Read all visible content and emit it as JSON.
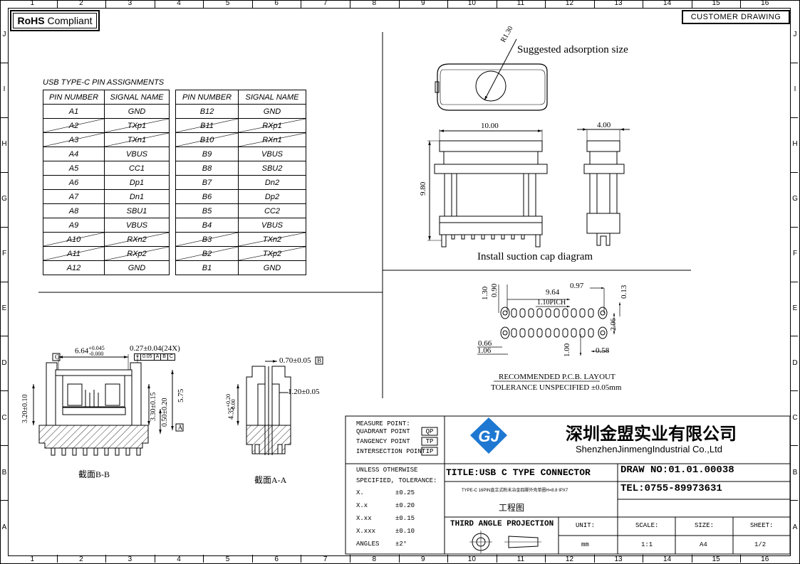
{
  "header": {
    "rohs_bold": "RoHS",
    "rohs_rest": "Compliant",
    "customer_drawing": "CUSTOMER DRAWING"
  },
  "zones": {
    "columns": [
      "1",
      "2",
      "3",
      "4",
      "5",
      "6",
      "7",
      "8",
      "9",
      "10",
      "11",
      "12",
      "13",
      "14",
      "15",
      "16"
    ],
    "rows": [
      "J",
      "I",
      "H",
      "G",
      "F",
      "E",
      "D",
      "C",
      "B",
      "A"
    ]
  },
  "pin_table": {
    "title": "USB TYPE-C PIN ASSIGNMENTS",
    "headers": [
      "PIN NUMBER",
      "SIGNAL NAME",
      "PIN NUMBER",
      "SIGNAL NAME"
    ],
    "left": [
      {
        "pin": "A1",
        "signal": "GND",
        "struck": false
      },
      {
        "pin": "A2",
        "signal": "TXp1",
        "struck": true
      },
      {
        "pin": "A3",
        "signal": "TXn1",
        "struck": true
      },
      {
        "pin": "A4",
        "signal": "VBUS",
        "struck": false
      },
      {
        "pin": "A5",
        "signal": "CC1",
        "struck": false
      },
      {
        "pin": "A6",
        "signal": "Dp1",
        "struck": false
      },
      {
        "pin": "A7",
        "signal": "Dn1",
        "struck": false
      },
      {
        "pin": "A8",
        "signal": "SBU1",
        "struck": false
      },
      {
        "pin": "A9",
        "signal": "VBUS",
        "struck": false
      },
      {
        "pin": "A10",
        "signal": "RXn2",
        "struck": true
      },
      {
        "pin": "A11",
        "signal": "RXp2",
        "struck": true
      },
      {
        "pin": "A12",
        "signal": "GND",
        "struck": false
      }
    ],
    "right": [
      {
        "pin": "B12",
        "signal": "GND",
        "struck": false
      },
      {
        "pin": "B11",
        "signal": "RXp1",
        "struck": true
      },
      {
        "pin": "B10",
        "signal": "RXn1",
        "struck": true
      },
      {
        "pin": "B9",
        "signal": "VBUS",
        "struck": false
      },
      {
        "pin": "B8",
        "signal": "SBU2",
        "struck": false
      },
      {
        "pin": "B7",
        "signal": "Dn2",
        "struck": false
      },
      {
        "pin": "B6",
        "signal": "Dp2",
        "struck": false
      },
      {
        "pin": "B5",
        "signal": "CC2",
        "struck": false
      },
      {
        "pin": "B4",
        "signal": "VBUS",
        "struck": false
      },
      {
        "pin": "B3",
        "signal": "TXn2",
        "struck": true
      },
      {
        "pin": "B2",
        "signal": "TXp2",
        "struck": true
      },
      {
        "pin": "B1",
        "signal": "GND",
        "struck": false
      }
    ]
  },
  "top_view": {
    "radius": "R1.30",
    "caption": "Suggested adsorption size"
  },
  "front_view": {
    "width": "10.00",
    "height": "9.80",
    "caption": "Install suction cap diagram"
  },
  "side_view": {
    "width": "4.00"
  },
  "pcb_layout": {
    "dims": {
      "d130": "1.30",
      "d090": "0.90",
      "d964": "9.64",
      "d097": "0.97",
      "d013": "0.13",
      "pitch": "1.10PICH",
      "d206": "2.06",
      "d066": "0.66",
      "d106": "1.06",
      "d100": "1.00",
      "d058": "0.58"
    },
    "caption1": "RECOMMENDED  P.C.B. LAYOUT",
    "caption2": "TOLERANCE UNSPECIFIED ±0.05mm"
  },
  "section_b": {
    "dim_top": "6.64",
    "dim_top_tol_plus": "+0.045",
    "dim_top_tol_minus": "-0.000",
    "dim_pin": "0.27±0.04(24X)",
    "datum_c": "C",
    "fcf": [
      "⌖",
      "0.05",
      "A",
      "B",
      "C"
    ],
    "dim_320": "3.20±0.10",
    "dim_330": "3.30±0.15",
    "dim_050": "0.50±0.20",
    "dim_575": "5.75",
    "datum_a": "A",
    "label": "截面B-B"
  },
  "section_a": {
    "dim_070": "0.70±0.05",
    "datum_b": "B",
    "dim_435": "4.35",
    "dim_435_tol_plus": "+0.20",
    "dim_435_tol_minus": "-0.00",
    "dim_120": "1.20±0.05",
    "label": "截面A-A"
  },
  "title_block": {
    "measure_title": "MEASURE POINT:",
    "measure_rows": [
      {
        "label": "QUADRANT POINT",
        "code": "QP"
      },
      {
        "label": "TANGENCY POINT",
        "code": "TP"
      },
      {
        "label": "INTERSECTION POINT",
        "code": "IP"
      }
    ],
    "company_cn": "深圳金盟实业有限公司",
    "company_en": "ShenzhenJinmengIndustrial Co.,Ltd",
    "tolerance_title1": "UNLESS OTHERWISE",
    "tolerance_title2": "SPECIFIED, TOLERANCE:",
    "tolerances": [
      {
        "label": "X.",
        "value": "±0.25"
      },
      {
        "label": "X.x",
        "value": "±0.20"
      },
      {
        "label": "X.xx",
        "value": "±0.15"
      },
      {
        "label": "X.xxx",
        "value": "±0.10"
      },
      {
        "label": "ANGLES",
        "value": "±2°"
      }
    ],
    "title": "TITLE:USB C TYPE CONNECTOR",
    "subtitle": "TYPE-C 16PIN直立式粉末冶金四脚外壳单圈H=8.8 IPX7",
    "drawing_cn": "工程图",
    "projection": "THIRD ANGLE PROJECTION",
    "drawing_no": "DRAW NO:01.01.00038",
    "tel": "TEL:0755-89973631",
    "unit_label": "UNIT:",
    "unit_value": "mm",
    "scale_label": "SCALE:",
    "scale_value": "1:1",
    "size_label": "SIZE:",
    "size_value": "A4",
    "sheet_label": "SHEET:",
    "sheet_value": "1/2"
  }
}
